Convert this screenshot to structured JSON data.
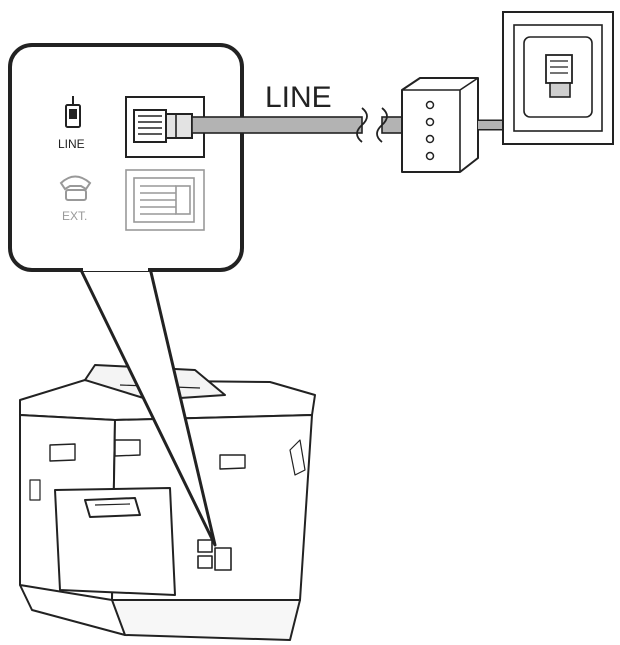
{
  "labels": {
    "cable": "LINE",
    "line_port": "LINE",
    "ext_port": "EXT."
  },
  "icons": {
    "line_port": "phone-line-jack-icon",
    "ext_port": "telephone-handset-icon"
  },
  "colors": {
    "stroke": "#222222",
    "cable": "#b3b3b3",
    "callout_fill": "#ffffff"
  }
}
